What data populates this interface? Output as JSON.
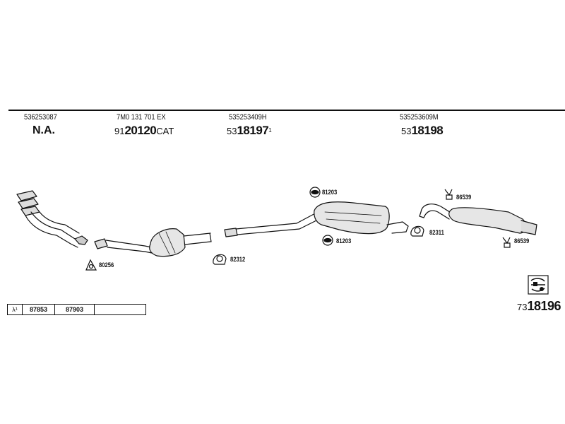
{
  "columns": [
    {
      "ref": "536253087",
      "status": "N.A."
    },
    {
      "ref": "7M0 131 701 EX",
      "part_prefix": "91",
      "part_main": "20120",
      "part_suffix": "CAT"
    },
    {
      "ref": "535253409H",
      "part_prefix": "53",
      "part_main": "18197",
      "part_sup": "1"
    },
    {
      "ref": "535253609M",
      "part_prefix": "53",
      "part_main": "18198"
    }
  ],
  "labels": {
    "l80256": "80256",
    "l82312": "82312",
    "l81203a": "81203",
    "l81203b": "81203",
    "l82311": "82311",
    "l86539a": "86539",
    "l86539b": "86539"
  },
  "table": {
    "lambda": "λ¹",
    "cells": [
      "87853",
      "87903",
      ""
    ]
  },
  "total": {
    "prefix": "73",
    "main": "18196"
  }
}
